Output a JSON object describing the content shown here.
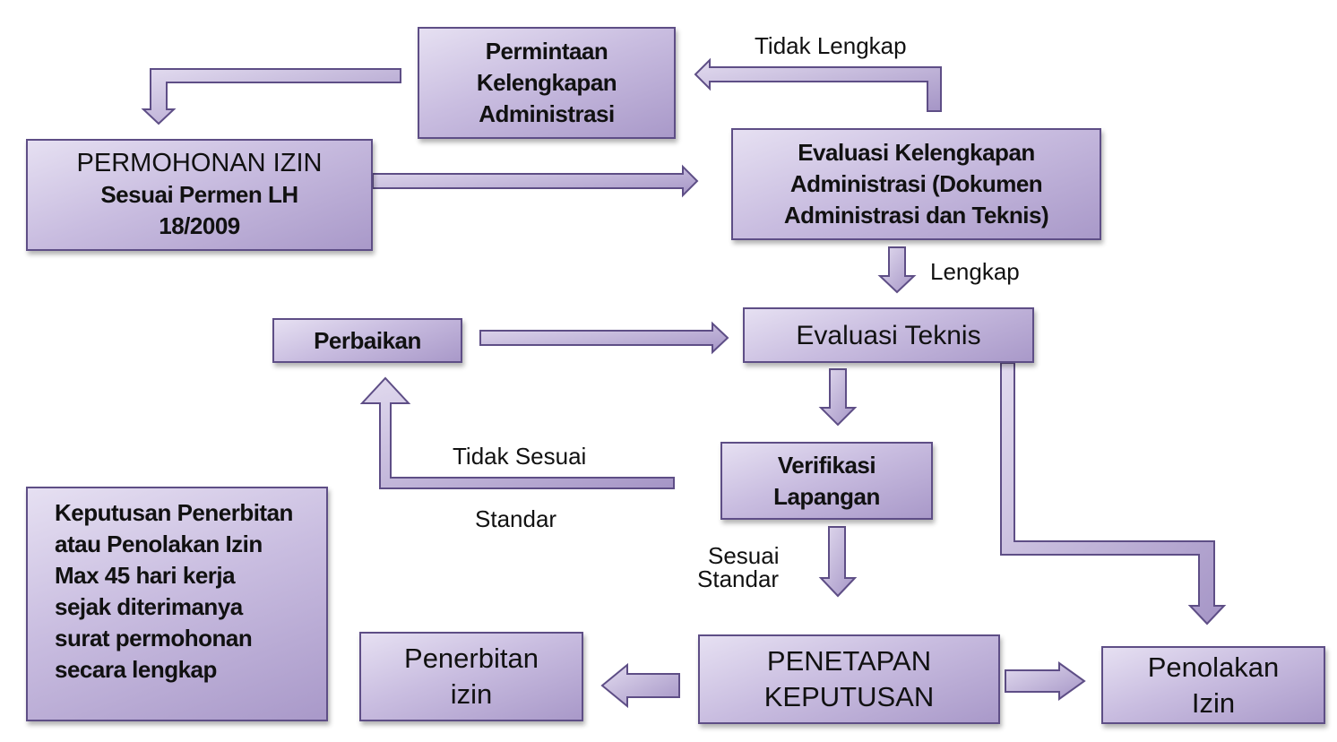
{
  "boxes": {
    "permintaan": [
      "Permintaan",
      "Kelengkapan",
      "Administrasi"
    ],
    "permohonan": {
      "title": "PERMOHONAN IZIN",
      "line2": "Sesuai Permen LH",
      "line3": "18/2009"
    },
    "evaluasi_kelengkapan": [
      "Evaluasi Kelengkapan",
      "Administrasi (Dokumen",
      "Administrasi dan Teknis)"
    ],
    "perbaikan": "Perbaikan",
    "evaluasi_teknis": "Evaluasi Teknis",
    "verifikasi": [
      "Verifikasi",
      "Lapangan"
    ],
    "keputusan_note": [
      "Keputusan Penerbitan",
      "atau Penolakan Izin",
      "Max 45 hari kerja",
      "sejak diterimanya",
      "surat permohonan",
      "secara lengkap"
    ],
    "penerbitan": [
      "Penerbitan",
      "izin"
    ],
    "penetapan": [
      "PENETAPAN",
      "KEPUTUSAN"
    ],
    "penolakan": [
      "Penolakan",
      "Izin"
    ]
  },
  "labels": {
    "tidak_lengkap": "Tidak Lengkap",
    "lengkap": "Lengkap",
    "tidak_sesuai": "Tidak Sesuai",
    "standar": "Standar",
    "sesuai": "Sesuai",
    "sesuai_standar": "Standar"
  },
  "colors": {
    "box_border": "#5e4e86",
    "box_light": "#e6e0f2",
    "box_dark": "#a999c9"
  }
}
